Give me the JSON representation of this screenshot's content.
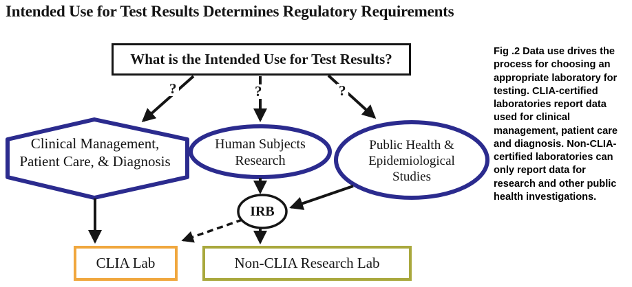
{
  "title": "Intended Use for Test Results Determines Regulatory Requirements",
  "flowchart": {
    "question_box": "What is the Intended Use for Test Results?",
    "question_marks": [
      "?",
      "?",
      "?"
    ],
    "nodes": {
      "clinical": "Clinical Management,\nPatient Care, & Diagnosis",
      "human_subjects": "Human Subjects\nResearch",
      "public_health": "Public Health &\nEpidemiological\nStudies",
      "irb": "IRB",
      "clia_lab": "CLIA Lab",
      "non_clia_lab": "Non-CLIA Research Lab"
    }
  },
  "caption": "Fig .2 Data use drives the process for choosing an appropriate laboratory for testing. CLIA-certified laboratories report data used for clinical management, patient care and diagnosis. Non-CLIA-certified laboratories can only report data for research and other public health investigations.",
  "colors": {
    "navy": "#2b2b8e",
    "orange": "#f0a73e",
    "olive": "#a9a83d",
    "ink": "#151515"
  }
}
